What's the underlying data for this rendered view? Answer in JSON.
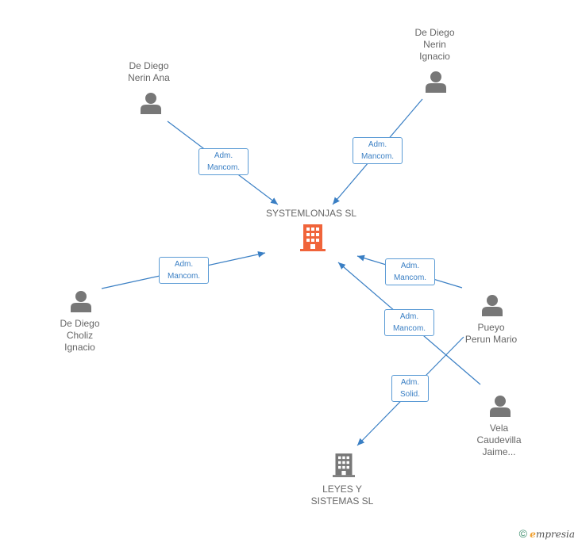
{
  "nodes": {
    "company_main": {
      "lines": [
        "SYSTEMLONJAS SL"
      ],
      "color": "#f0643a"
    },
    "company_second": {
      "lines": [
        "LEYES Y",
        "SISTEMAS SL"
      ],
      "color": "#777777"
    },
    "person_ana": {
      "lines": [
        "De Diego",
        "Nerin Ana"
      ]
    },
    "person_nerin_ignacio": {
      "lines": [
        "De Diego",
        "Nerin",
        "Ignacio"
      ]
    },
    "person_choliz": {
      "lines": [
        "De Diego",
        "Choliz",
        "Ignacio"
      ]
    },
    "person_pueyo": {
      "lines": [
        "Pueyo",
        "Perun Mario"
      ]
    },
    "person_vela": {
      "lines": [
        "Vela",
        "Caudevilla",
        "Jaime..."
      ]
    }
  },
  "relations": {
    "ana": [
      "Adm.",
      "Mancom."
    ],
    "nerin_ignacio": [
      "Adm.",
      "Mancom."
    ],
    "choliz": [
      "Adm.",
      "Mancom."
    ],
    "pueyo": [
      "Adm.",
      "Mancom."
    ],
    "vela": [
      "Adm.",
      "Mancom."
    ],
    "solid": [
      "Adm.",
      "Solid."
    ]
  },
  "footer": {
    "copyright": "©",
    "brand_e": "e",
    "brand_rest": "mpresia"
  },
  "colors": {
    "edge": "#3a7fc4",
    "person_icon": "#777777",
    "label_border": "#5b9bd5"
  }
}
